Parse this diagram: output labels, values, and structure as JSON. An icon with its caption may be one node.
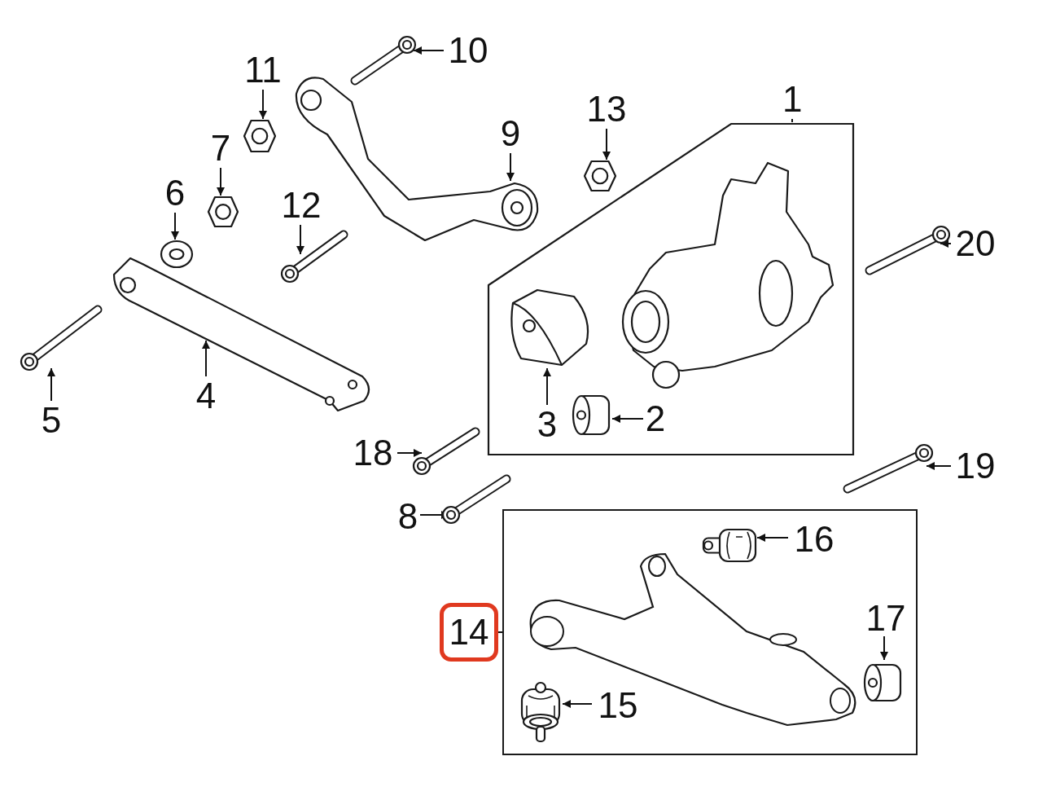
{
  "diagram": {
    "nodes": [
      {
        "text": [
          "10"
        ]
      },
      {
        "text": [],
        "shape": "picture"
      },
      {
        "text": [
          "11"
        ]
      },
      {
        "text": [],
        "shape": "picture"
      },
      {
        "text": [
          "9"
        ]
      },
      {
        "text": [],
        "shape": "picture"
      },
      {
        "text": [
          "13"
        ]
      },
      {
        "text": [],
        "shape": "picture"
      },
      {
        "text": [
          "1"
        ]
      },
      {
        "text": [],
        "shape": "box"
      },
      {
        "text": [
          "3"
        ],
        "in": 9
      },
      {
        "text": [],
        "shape": "picture",
        "in": 9
      },
      {
        "text": [
          "2"
        ],
        "in": 9
      },
      {
        "text": [],
        "shape": "picture",
        "in": 9
      },
      {
        "text": [
          "7"
        ]
      },
      {
        "text": [],
        "shape": "picture"
      },
      {
        "text": [
          "6"
        ]
      },
      {
        "text": [],
        "shape": "picture"
      },
      {
        "text": [
          "12"
        ]
      },
      {
        "text": [],
        "shape": "picture"
      },
      {
        "text": [
          "20"
        ]
      },
      {
        "text": [],
        "shape": "picture"
      },
      {
        "text": [
          "4"
        ]
      },
      {
        "text": [],
        "shape": "picture"
      },
      {
        "text": [
          "5"
        ]
      },
      {
        "text": [],
        "shape": "picture"
      },
      {
        "text": [
          "18"
        ]
      },
      {
        "text": [],
        "shape": "picture"
      },
      {
        "text": [
          "19"
        ]
      },
      {
        "text": [],
        "shape": "picture"
      },
      {
        "text": [
          "8"
        ]
      },
      {
        "text": [],
        "shape": "picture"
      },
      {
        "text": [
          "14"
        ]
      },
      {
        "text": [],
        "shape": "box"
      },
      {
        "text": [
          "16"
        ],
        "in": 33
      },
      {
        "text": [],
        "shape": "picture",
        "in": 33
      },
      {
        "text": [
          "17"
        ],
        "in": 33
      },
      {
        "text": [],
        "shape": "picture",
        "in": 33
      },
      {
        "text": [
          "15"
        ],
        "in": 33
      },
      {
        "text": [],
        "shape": "picture",
        "in": 33
      }
    ],
    "edges": [
      {
        "from": 0,
        "to": 1,
        "arrow": "to"
      },
      {
        "from": 2,
        "to": 3,
        "arrow": "to"
      },
      {
        "from": 4,
        "to": 5,
        "arrow": "to"
      },
      {
        "from": 6,
        "to": 7,
        "arrow": "to"
      },
      {
        "from": 8,
        "to": 9,
        "arrow": "none"
      },
      {
        "from": 10,
        "to": 11,
        "arrow": "to"
      },
      {
        "from": 12,
        "to": 13,
        "arrow": "to"
      },
      {
        "from": 14,
        "to": 15,
        "arrow": "to"
      },
      {
        "from": 16,
        "to": 17,
        "arrow": "to"
      },
      {
        "from": 18,
        "to": 19,
        "arrow": "to"
      },
      {
        "from": 20,
        "to": 21,
        "arrow": "to"
      },
      {
        "from": 22,
        "to": 23,
        "arrow": "to"
      },
      {
        "from": 24,
        "to": 25,
        "arrow": "to"
      },
      {
        "from": 26,
        "to": 27,
        "arrow": "to"
      },
      {
        "from": 28,
        "to": 29,
        "arrow": "to"
      },
      {
        "from": 30,
        "to": 31,
        "arrow": "to"
      },
      {
        "from": 32,
        "to": 33,
        "arrow": "none"
      },
      {
        "from": 34,
        "to": 35,
        "arrow": "to"
      },
      {
        "from": 36,
        "to": 37,
        "arrow": "to"
      },
      {
        "from": 38,
        "to": 39,
        "arrow": "to"
      }
    ]
  }
}
